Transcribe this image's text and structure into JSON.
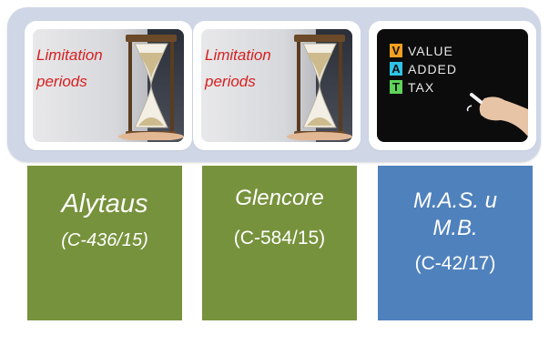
{
  "cards": [
    {
      "image": {
        "icon": "hourglass-limitation-periods-image",
        "caption_line1": "Limitation",
        "caption_line2": "periods"
      },
      "case_name": "Alytaus",
      "case_number": "(C-436/15)",
      "color": "#77923c"
    },
    {
      "image": {
        "icon": "hourglass-limitation-periods-image",
        "caption_line1": "Limitation",
        "caption_line2": "periods"
      },
      "case_name": "Glencore",
      "case_number": "(C-584/15)",
      "color": "#77923c"
    },
    {
      "image": {
        "icon": "value-added-tax-blackboard-image",
        "rows": [
          {
            "letter": "V",
            "word": "VALUE",
            "color": "#f0a020"
          },
          {
            "letter": "A",
            "word": "ADDED",
            "color": "#2ec4e6"
          },
          {
            "letter": "T",
            "word": "TAX",
            "color": "#5fd35a"
          }
        ]
      },
      "case_name_line1": "M.A.S. u",
      "case_name_line2": "M.B.",
      "case_number": "(C-42/17)",
      "color": "#4f81bd"
    }
  ],
  "band_color": "#cfd6e6"
}
